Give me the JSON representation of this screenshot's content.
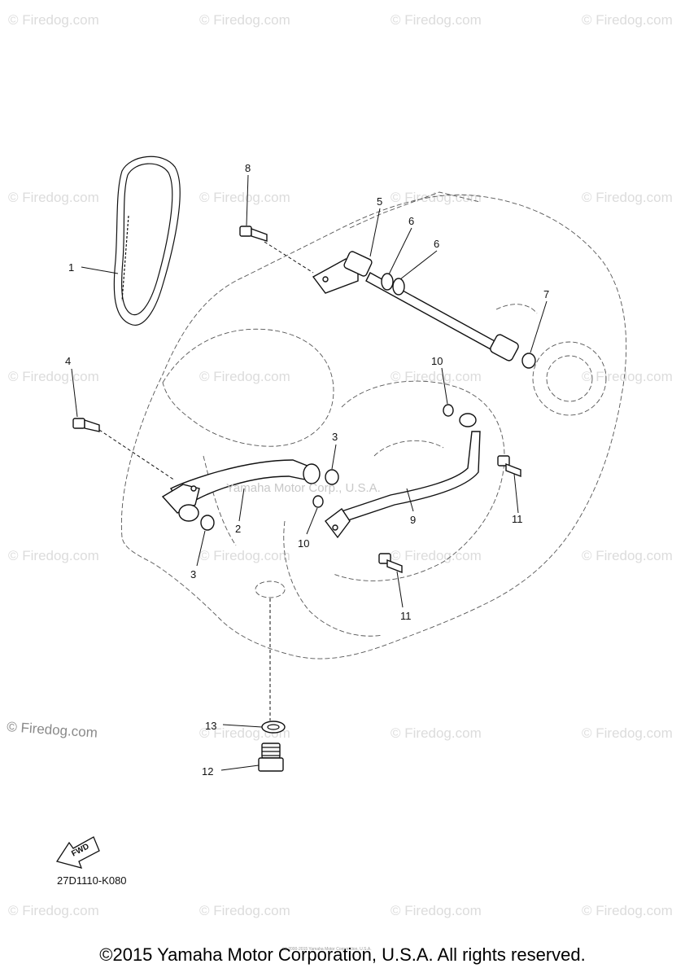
{
  "watermark": {
    "label": "© Firedog.com",
    "main_label": "© Firedog.com"
  },
  "center_watermark": "Yamaha Motor Corp., U.S.A.",
  "callouts": [
    {
      "num": "1"
    },
    {
      "num": "2"
    },
    {
      "num": "3"
    },
    {
      "num": "3"
    },
    {
      "num": "4"
    },
    {
      "num": "5"
    },
    {
      "num": "6"
    },
    {
      "num": "6"
    },
    {
      "num": "7"
    },
    {
      "num": "8"
    },
    {
      "num": "9"
    },
    {
      "num": "10"
    },
    {
      "num": "10"
    },
    {
      "num": "11"
    },
    {
      "num": "11"
    },
    {
      "num": "12"
    },
    {
      "num": "13"
    }
  ],
  "fwd_label": "FWD",
  "diagram_ref": "27D1110-K080",
  "tiny_copyright": "(c) 2000-2015 Yamaha Motor Corporation, U.S.A.",
  "copyright": "©2015 Yamaha Motor Corporation, U.S.A. All rights reserved."
}
